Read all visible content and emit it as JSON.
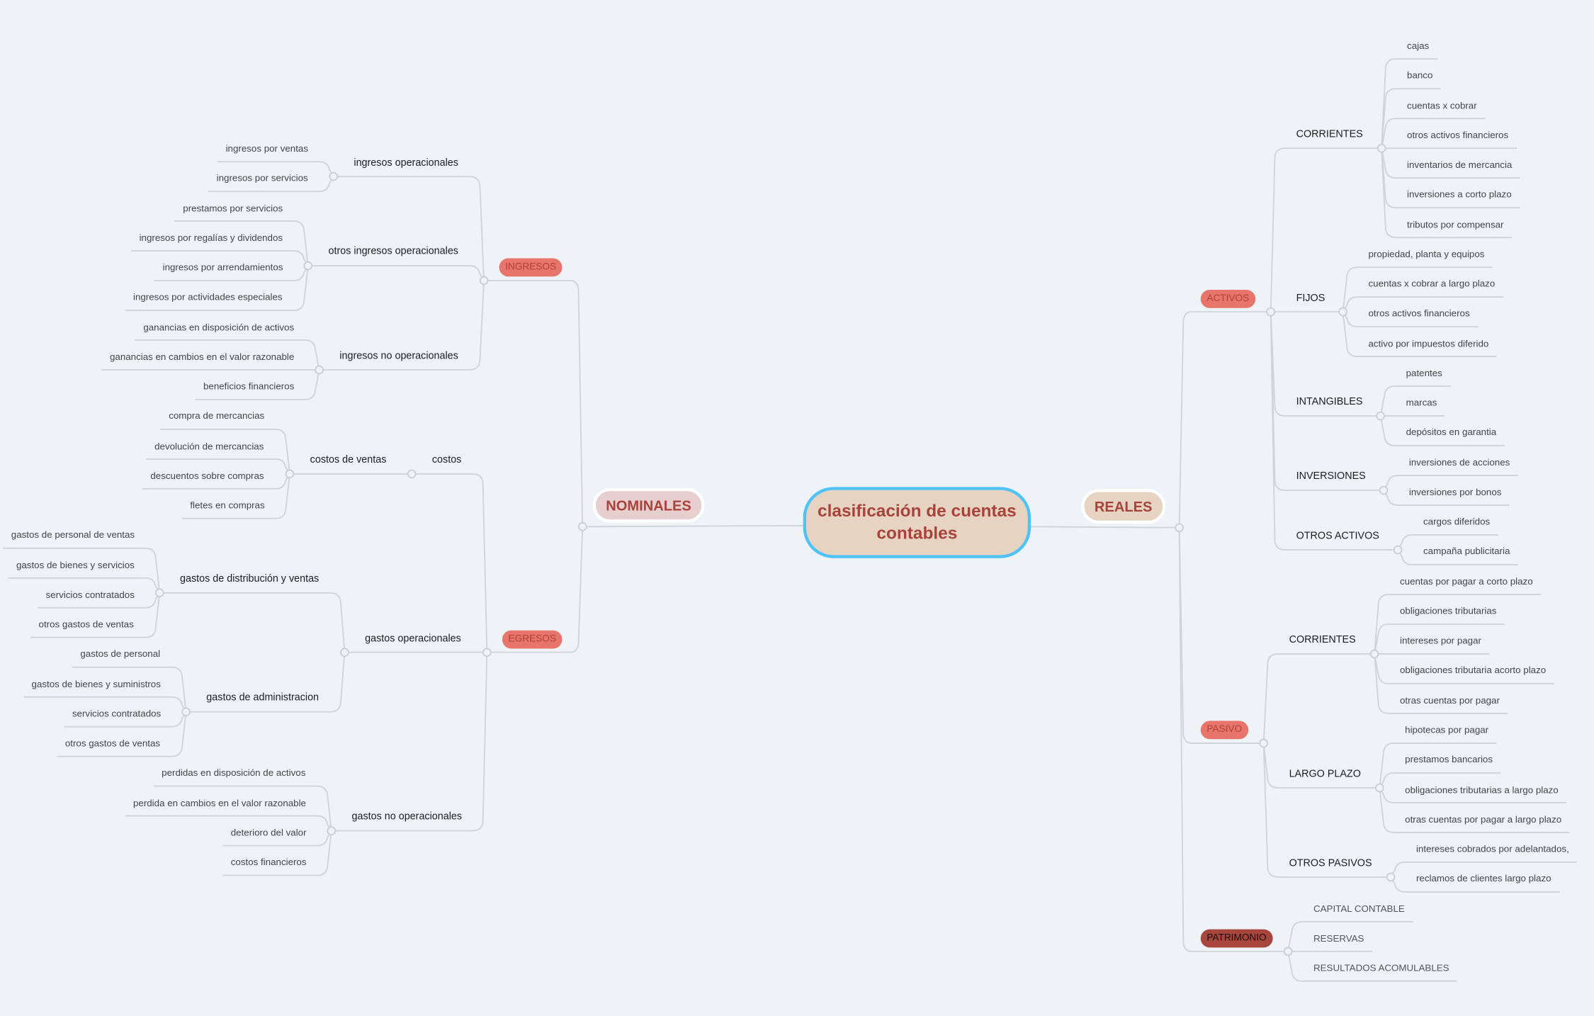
{
  "title": "clasificación de cuentas contables",
  "colors": {
    "background": "#eef3f7",
    "root_fill": "#e6d3c1",
    "root_border": "#4fc3f7",
    "pill": "#e8756b",
    "pill_dark": "#a8453c",
    "text_accent": "#a8423a",
    "line": "#cfd4d9"
  },
  "nominales": {
    "label": "NOMINALES",
    "children": [
      {
        "label": "INGRESOS",
        "children": [
          {
            "label": "ingresos operacionales",
            "children": [
              {
                "label": "ingresos por ventas"
              },
              {
                "label": "ingresos por servicios"
              }
            ]
          },
          {
            "label": "otros ingresos operacionales",
            "children": [
              {
                "label": "prestamos por servicios"
              },
              {
                "label": "ingresos por regalías y dividendos"
              },
              {
                "label": "ingresos por arrendamientos"
              },
              {
                "label": "ingresos por actividades especiales"
              }
            ]
          },
          {
            "label": "ingresos no operacionales",
            "children": [
              {
                "label": "ganancias en disposición de activos"
              },
              {
                "label": "ganancias en cambios en el valor razonable"
              },
              {
                "label": "beneficios financieros"
              }
            ]
          }
        ]
      },
      {
        "label": "EGRESOS",
        "children": [
          {
            "label": "costos",
            "children": [
              {
                "label": "costos de ventas",
                "children": [
                  {
                    "label": "compra de mercancias"
                  },
                  {
                    "label": "devolución de mercancias"
                  },
                  {
                    "label": "descuentos sobre compras"
                  },
                  {
                    "label": "fletes en compras"
                  }
                ]
              }
            ]
          },
          {
            "label": "gastos operacionales",
            "children": [
              {
                "label": "gastos de distribución y ventas",
                "children": [
                  {
                    "label": "gastos de personal de ventas"
                  },
                  {
                    "label": "gastos de bienes y  servicios"
                  },
                  {
                    "label": "servicios contratados"
                  },
                  {
                    "label": "otros gastos de ventas"
                  }
                ]
              },
              {
                "label": "gastos de administracion",
                "children": [
                  {
                    "label": "gastos de personal"
                  },
                  {
                    "label": "gastos de bienes y  suministros"
                  },
                  {
                    "label": "servicios contratados"
                  },
                  {
                    "label": "otros gastos de ventas"
                  }
                ]
              }
            ]
          },
          {
            "label": "gastos no operacionales",
            "children": [
              {
                "label": "perdidas en disposición de activos"
              },
              {
                "label": "perdida  en cambios en el valor razonable"
              },
              {
                "label": "deterioro del valor"
              },
              {
                "label": "costos financieros"
              }
            ]
          }
        ]
      }
    ]
  },
  "reales": {
    "label": "REALES",
    "children": [
      {
        "label": "ACTIVOS",
        "children": [
          {
            "label": "CORRIENTES",
            "children": [
              {
                "label": "cajas"
              },
              {
                "label": "banco"
              },
              {
                "label": "cuentas x cobrar"
              },
              {
                "label": "otros activos financieros"
              },
              {
                "label": "inventarios de mercancia"
              },
              {
                "label": "inversiones a corto plazo"
              },
              {
                "label": "tributos por compensar"
              }
            ]
          },
          {
            "label": "FIJOS",
            "children": [
              {
                "label": "propiedad, planta y equipos"
              },
              {
                "label": "cuentas x cobrar a largo plazo"
              },
              {
                "label": "otros activos financieros"
              },
              {
                "label": "activo por impuestos diferido"
              }
            ]
          },
          {
            "label": "INTANGIBLES",
            "children": [
              {
                "label": "patentes"
              },
              {
                "label": "marcas"
              },
              {
                "label": "depósitos en garantia"
              }
            ]
          },
          {
            "label": "INVERSIONES",
            "children": [
              {
                "label": "inversiones de acciones"
              },
              {
                "label": "inversiones por bonos"
              }
            ]
          },
          {
            "label": "OTROS ACTIVOS",
            "children": [
              {
                "label": "cargos diferidos"
              },
              {
                "label": "campaña publicitaria"
              }
            ]
          }
        ]
      },
      {
        "label": "PASIVO",
        "children": [
          {
            "label": "CORRIENTES",
            "children": [
              {
                "label": "cuentas por pagar a corto plazo"
              },
              {
                "label": "obligaciones tributarias"
              },
              {
                "label": "intereses por pagar"
              },
              {
                "label": "obligaciones tributaria acorto plazo"
              },
              {
                "label": "otras cuentas por pagar"
              }
            ]
          },
          {
            "label": "LARGO PLAZO",
            "children": [
              {
                "label": "hipotecas por pagar"
              },
              {
                "label": "prestamos bancarios"
              },
              {
                "label": "obligaciones tributarias a largo plazo"
              },
              {
                "label": "otras cuentas por pagar a largo plazo"
              }
            ]
          },
          {
            "label": "OTROS PASIVOS",
            "children": [
              {
                "label": "intereses cobrados por adelantados,"
              },
              {
                "label": "reclamos de clientes largo plazo"
              }
            ]
          }
        ]
      },
      {
        "label": "PATRIMONIO",
        "children": [
          {
            "label": "CAPITAL CONTABLE"
          },
          {
            "label": "RESERVAS"
          },
          {
            "label": "RESULTADOS ACOMULABLES"
          }
        ]
      }
    ]
  }
}
